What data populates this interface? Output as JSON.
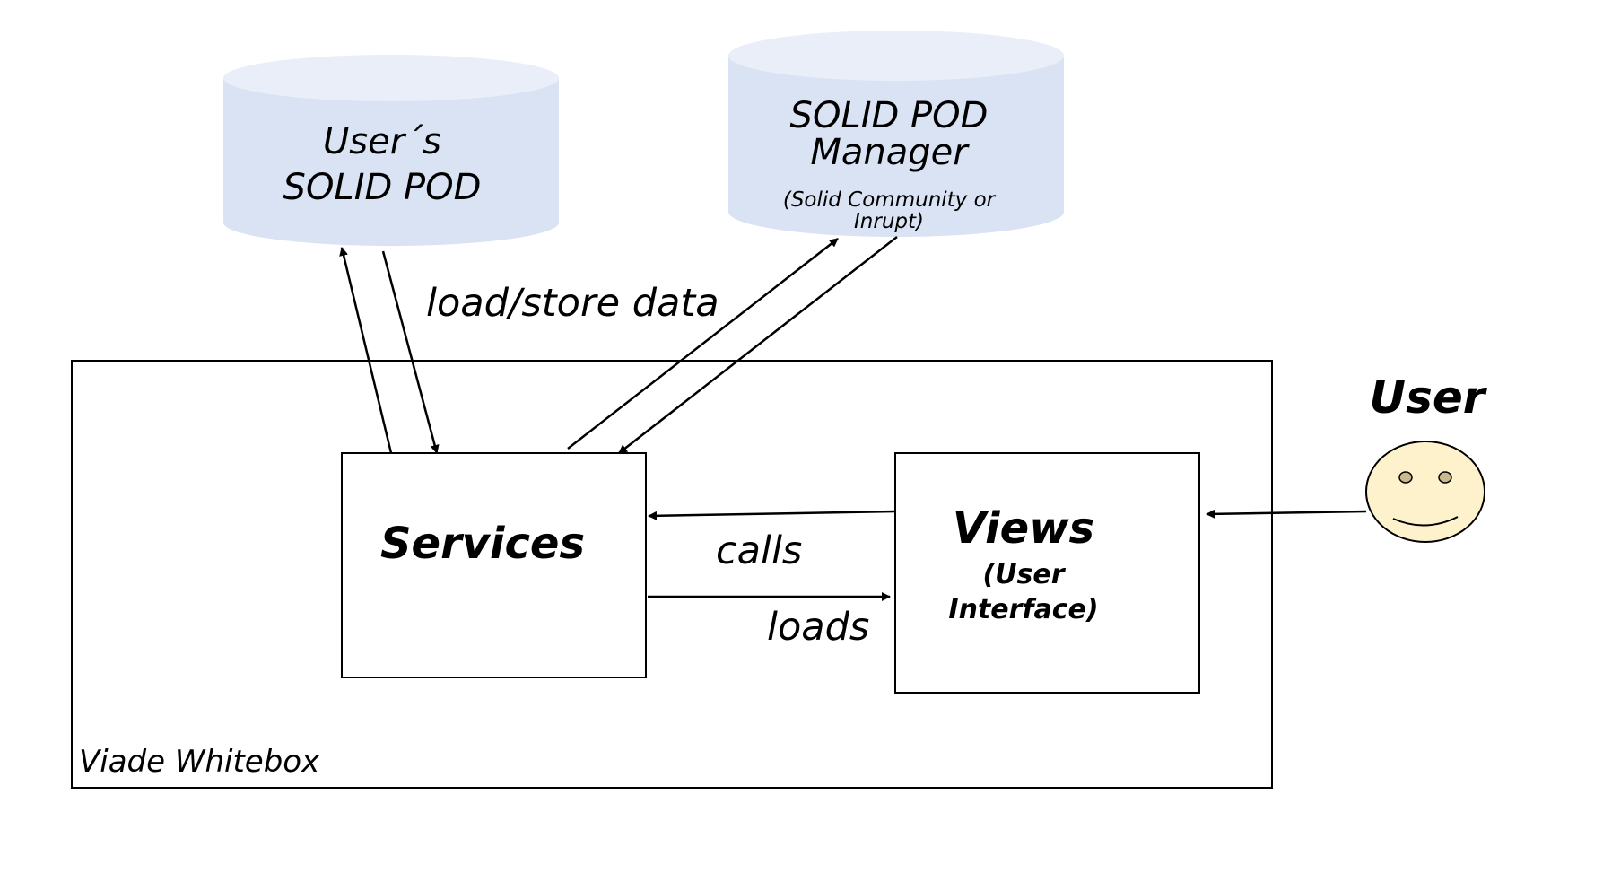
{
  "diagram": {
    "boundary_label": "Viade Whitebox",
    "user_pod": {
      "line1": "User´s",
      "line2": "SOLID POD"
    },
    "pod_manager": {
      "line1": "SOLID POD",
      "line2": "Manager",
      "note1": "(Solid Community or",
      "note2": "Inrupt)"
    },
    "services_label": "Services",
    "views": {
      "title": "Views",
      "sub1": "(User",
      "sub2": "Interface)"
    },
    "user_label": "User",
    "arrow_labels": {
      "load_store": "load/store data",
      "calls": "calls",
      "loads": "loads"
    },
    "colors": {
      "cylinder_fill": "#dae3f3",
      "cylinder_top": "#e9eef9",
      "smiley_fill": "#fdf2cc"
    }
  }
}
